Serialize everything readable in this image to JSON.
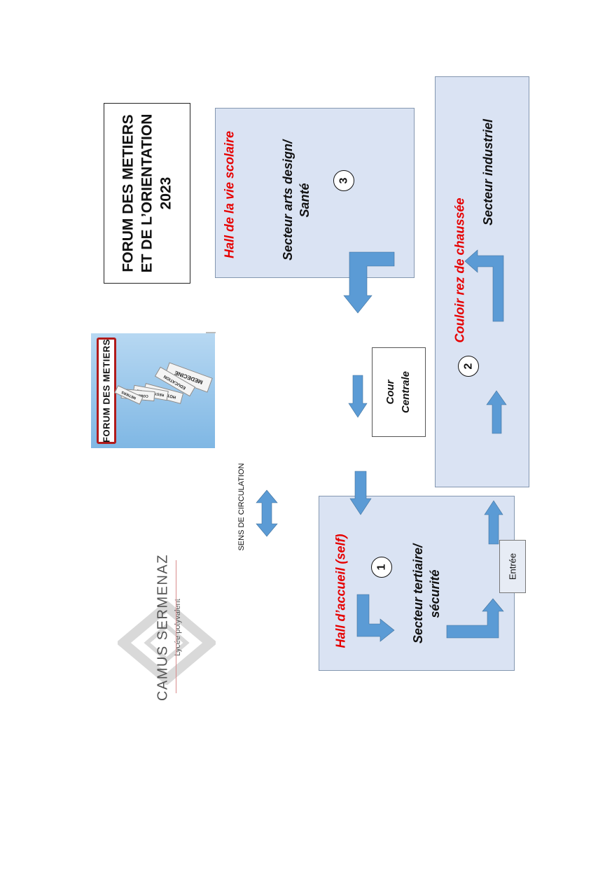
{
  "title": {
    "line1": "FORUM DES METIERS",
    "line2": "ET DE L’ORIENTATION",
    "line3": "2023"
  },
  "poster": {
    "banner": "FORUM DES METIERS",
    "signs": [
      "MEDECINE",
      "COMMERCE",
      "HOTELLERIE",
      "RESTAURATION",
      "EDUCATION",
      "METIERS"
    ]
  },
  "zones": {
    "vie_scolaire": {
      "label": "Hall de la vie scolaire",
      "sector_line1": "Secteur arts design/",
      "sector_line2": "Santé",
      "number": "3"
    },
    "couloir": {
      "label": "Couloir rez de chaussée",
      "sector": "Secteur industriel",
      "number": "2"
    },
    "accueil": {
      "label": "Hall d’accueil (self)",
      "sector_line1": "Secteur tertiaire/",
      "sector_line2": "sécurité",
      "number": "1"
    }
  },
  "cour": {
    "line1": "Cour",
    "line2": "Centrale"
  },
  "entree": "Entrée",
  "legend": {
    "sens": "SENS DE CIRCULATION"
  },
  "logo": {
    "name": "CAMUS SERMENAZ",
    "subtitle": "Lycée polyvalent"
  },
  "colors": {
    "zone_fill": "#dae3f3",
    "arrow": "#5b9bd5",
    "label_red": "#e60000"
  }
}
